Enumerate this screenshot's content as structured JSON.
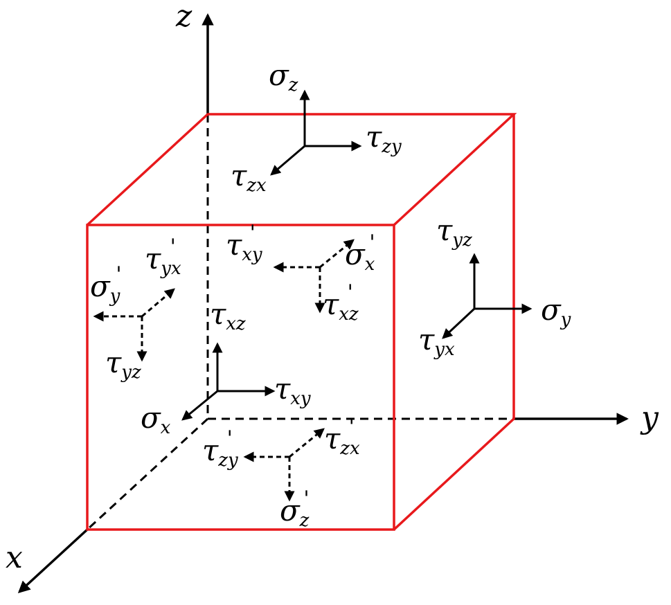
{
  "axes": {
    "x": "x",
    "y": "y",
    "z": "z"
  },
  "colors": {
    "cube_edge": "#e8191c",
    "ink": "#000000"
  },
  "labels": {
    "top_sigma": {
      "sym": "σ",
      "sub": "z",
      "prime": ""
    },
    "top_tau_y": {
      "sym": "τ",
      "sub": "zy",
      "prime": ""
    },
    "top_tau_x": {
      "sym": "τ",
      "sub": "zx",
      "prime": ""
    },
    "right_tau_z": {
      "sym": "τ",
      "sub": "yz",
      "prime": ""
    },
    "right_sigma": {
      "sym": "σ",
      "sub": "y",
      "prime": ""
    },
    "right_tau_x": {
      "sym": "τ",
      "sub": "yx",
      "prime": ""
    },
    "front_tau_z": {
      "sym": "τ",
      "sub": "xz",
      "prime": ""
    },
    "front_tau_y": {
      "sym": "τ",
      "sub": "xy",
      "prime": ""
    },
    "front_sigma": {
      "sym": "σ",
      "sub": "x",
      "prime": ""
    },
    "back_tau_y": {
      "sym": "τ",
      "sub": "xy",
      "prime": "'"
    },
    "back_sigma": {
      "sym": "σ",
      "sub": "x",
      "prime": "'"
    },
    "back_tau_z": {
      "sym": "τ",
      "sub": "xz",
      "prime": "'"
    },
    "left_tau_x": {
      "sym": "τ",
      "sub": "yx",
      "prime": "'"
    },
    "left_sigma": {
      "sym": "σ",
      "sub": "y",
      "prime": "'"
    },
    "left_tau_z": {
      "sym": "τ",
      "sub": "yz",
      "prime": ""
    },
    "bottom_tau_y": {
      "sym": "τ",
      "sub": "zy",
      "prime": "'"
    },
    "bottom_tau_x": {
      "sym": "τ",
      "sub": "zx",
      "prime": "'"
    },
    "bottom_sigma": {
      "sym": "σ",
      "sub": "z",
      "prime": "'"
    }
  }
}
